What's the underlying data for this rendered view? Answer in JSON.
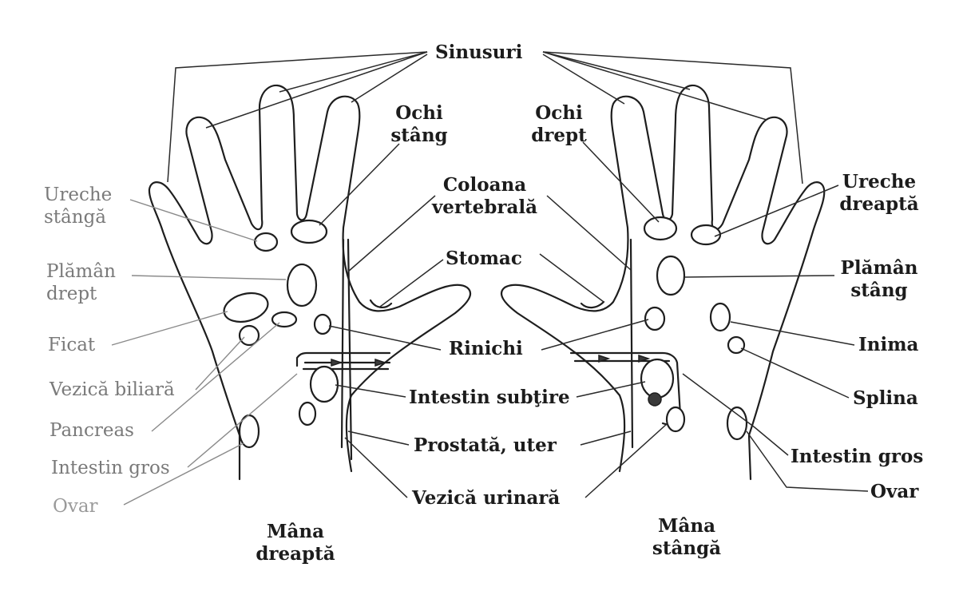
{
  "labels": {
    "sinusuri": "Sinusuri",
    "ochi_stang_1": "Ochi",
    "ochi_stang_2": "stâng",
    "ochi_drept_1": "Ochi",
    "ochi_drept_2": "drept",
    "coloana_1": "Coloana",
    "coloana_2": "vertebrală",
    "stomac": "Stomac",
    "rinichi": "Rinichi",
    "intestin_subtire": "Intestin subţire",
    "prostata": "Prostată, uter",
    "vezica_urinara": "Vezică urinară",
    "ureche_stanga_1": "Ureche",
    "ureche_stanga_2": "stângă",
    "plaman_drept_1": "Plămân",
    "plaman_drept_2": "drept",
    "ficat": "Ficat",
    "vezica_biliara": "Vezică biliară",
    "pancreas": "Pancreas",
    "intestin_gros_left": "Intestin gros",
    "ovar_left": "Ovar",
    "ureche_dreapta_1": "Ureche",
    "ureche_dreapta_2": "dreaptă",
    "plaman_stang_1": "Plămân",
    "plaman_stang_2": "stâng",
    "inima": "Inima",
    "splina": "Splina",
    "intestin_gros_right": "Intestin gros",
    "ovar_right": "Ovar",
    "mana_dreapta_1": "Mâna",
    "mana_dreapta_2": "dreaptă",
    "mana_stanga_1": "Mâna",
    "mana_stanga_2": "stângă"
  }
}
